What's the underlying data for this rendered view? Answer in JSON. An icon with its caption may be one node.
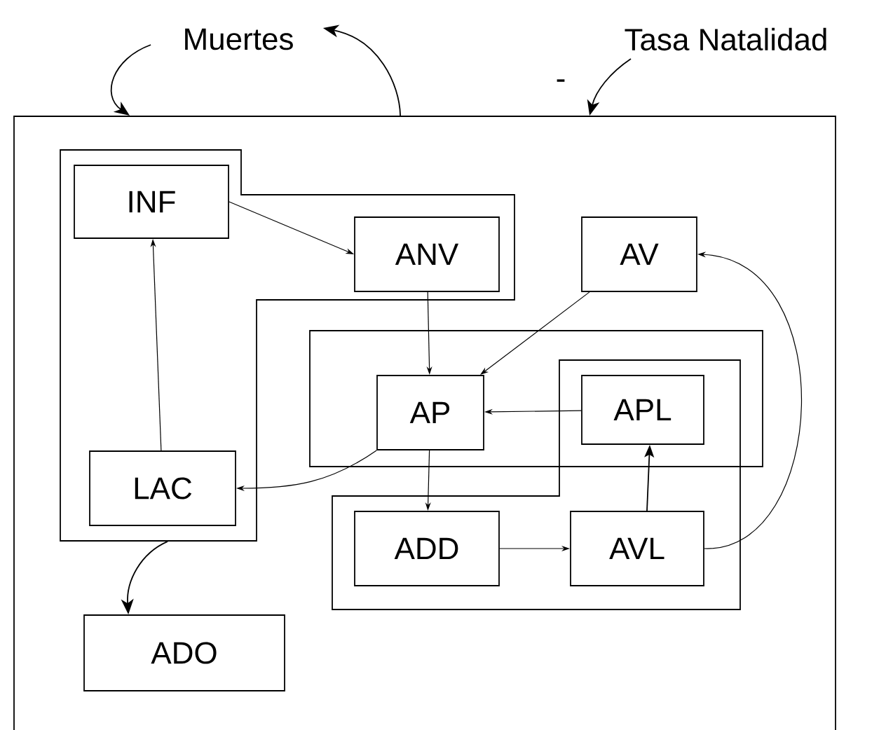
{
  "diagram": {
    "nodes": [
      {
        "text": [
          "Muertes"
        ]
      },
      {
        "text": [
          "Tasa Natalidad"
        ]
      },
      {
        "text": [],
        "shape": "box"
      },
      {
        "text": [],
        "shape": "box",
        "in": 2
      },
      {
        "text": [
          "INF"
        ],
        "in": 3
      },
      {
        "text": [
          "ANV"
        ],
        "in": 3
      },
      {
        "text": [
          "AV"
        ],
        "in": 2
      },
      {
        "text": [],
        "shape": "box",
        "in": 2
      },
      {
        "text": [
          "AP"
        ],
        "in": 7
      },
      {
        "text": [],
        "shape": "box",
        "in": 2
      },
      {
        "text": [
          "APL"
        ]
      },
      {
        "text": [
          "LAC"
        ],
        "in": 3
      },
      {
        "text": [
          "ADD"
        ],
        "in": 9
      },
      {
        "text": [
          "AVL"
        ],
        "in": 9
      },
      {
        "text": [
          "ADO"
        ],
        "in": 2
      }
    ],
    "edges": [
      {
        "from": 0,
        "to": 2,
        "arrow": "to"
      },
      {
        "from": 2,
        "to": 0,
        "arrow": "to"
      },
      {
        "from": 1,
        "to": 2,
        "arrow": "to"
      },
      {
        "from": 4,
        "to": 5,
        "arrow": "to"
      },
      {
        "from": 5,
        "to": 8,
        "arrow": "to"
      },
      {
        "from": 6,
        "to": 8,
        "arrow": "to"
      },
      {
        "from": 10,
        "to": 8,
        "arrow": "to"
      },
      {
        "from": 8,
        "to": 11,
        "arrow": "to"
      },
      {
        "from": 11,
        "to": 4,
        "arrow": "to"
      },
      {
        "from": 8,
        "to": 12,
        "arrow": "to"
      },
      {
        "from": 12,
        "to": 13,
        "arrow": "to"
      },
      {
        "from": 13,
        "to": 10,
        "arrow": "to"
      },
      {
        "from": 13,
        "to": 6,
        "arrow": "to"
      },
      {
        "from": 3,
        "to": 14,
        "arrow": "to"
      }
    ],
    "labels": [
      "-"
    ]
  }
}
